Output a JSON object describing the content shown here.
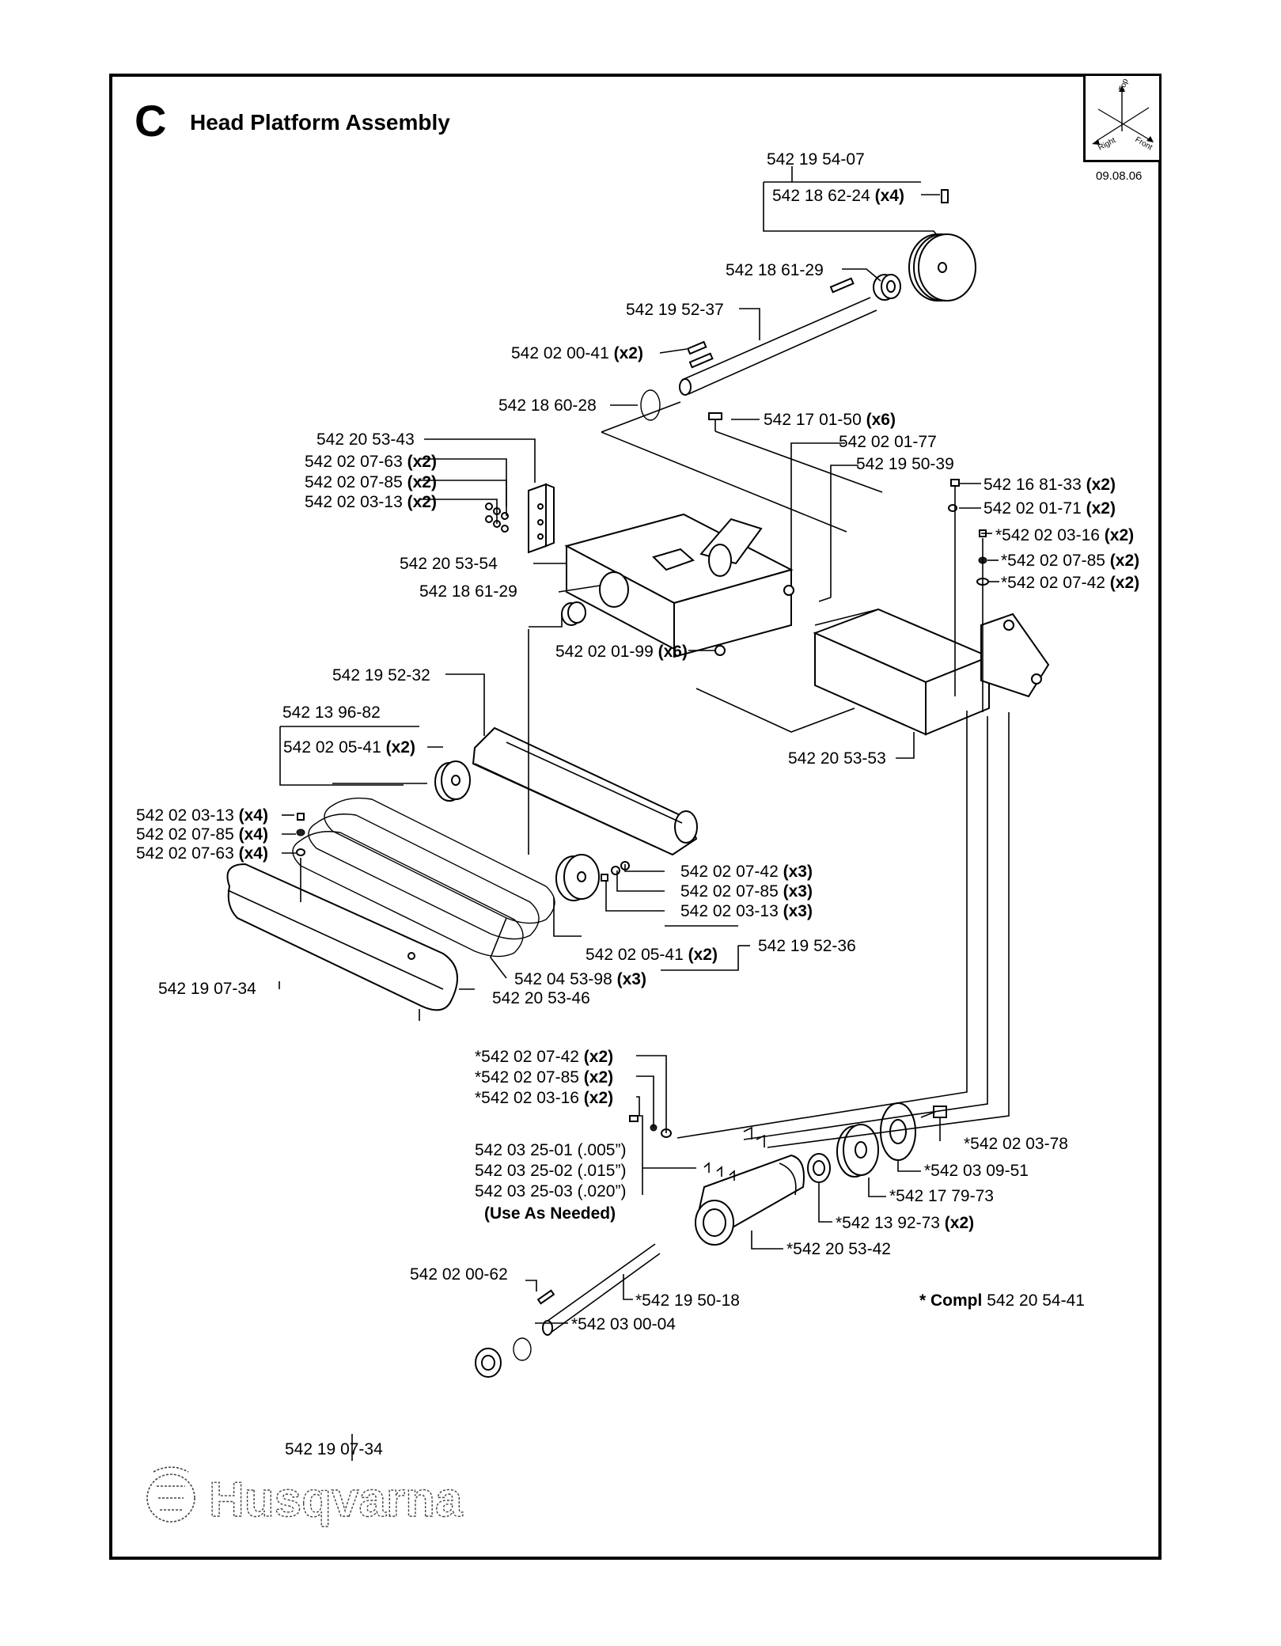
{
  "section_letter": "C",
  "title": "Head Platform Assembly",
  "date_code": "09.08.06",
  "orientation": {
    "top": "Top",
    "right": "Right",
    "front": "Front"
  },
  "brand": "Husqvarna",
  "complete_kit": {
    "prefix": "* Compl",
    "number": "542 20 54-41"
  },
  "use_as_needed": "(Use As Needed)",
  "part_labels": [
    {
      "id": "p01",
      "text": "542 19 54-07",
      "qty": ""
    },
    {
      "id": "p02",
      "text": "542 18 62-24",
      "qty": "(x4)"
    },
    {
      "id": "p03",
      "text": "542 18 61-29",
      "qty": ""
    },
    {
      "id": "p04",
      "text": "542 19 52-37",
      "qty": ""
    },
    {
      "id": "p05",
      "text": "542 02 00-41",
      "qty": "(x2)"
    },
    {
      "id": "p06",
      "text": "542 18 60-28",
      "qty": ""
    },
    {
      "id": "p07",
      "text": "542 17 01-50",
      "qty": "(x6)"
    },
    {
      "id": "p08",
      "text": "542 02 01-77",
      "qty": ""
    },
    {
      "id": "p09",
      "text": "542 19 50-39",
      "qty": ""
    },
    {
      "id": "p10",
      "text": "542 20 53-43",
      "qty": ""
    },
    {
      "id": "p11",
      "text": "542 02 07-63",
      "qty": "(x2)"
    },
    {
      "id": "p12",
      "text": "542 02 07-85",
      "qty": "(x2)"
    },
    {
      "id": "p13",
      "text": "542 02 03-13",
      "qty": "(x2)"
    },
    {
      "id": "p14",
      "text": "542 16 81-33",
      "qty": "(x2)"
    },
    {
      "id": "p15",
      "text": "542 02 01-71",
      "qty": "(x2)"
    },
    {
      "id": "p16",
      "text": "*542 02 03-16",
      "qty": "(x2)"
    },
    {
      "id": "p17",
      "text": "*542 02 07-85",
      "qty": "(x2)"
    },
    {
      "id": "p18",
      "text": "*542 02 07-42",
      "qty": "(x2)"
    },
    {
      "id": "p19",
      "text": "542 20 53-54",
      "qty": ""
    },
    {
      "id": "p20",
      "text": "542 18 61-29",
      "qty": ""
    },
    {
      "id": "p21",
      "text": "542 02 01-99",
      "qty": "(x6)"
    },
    {
      "id": "p22",
      "text": "542 19 52-32",
      "qty": ""
    },
    {
      "id": "p23",
      "text": "542 13 96-82",
      "qty": ""
    },
    {
      "id": "p24",
      "text": "542 02 05-41",
      "qty": "(x2)"
    },
    {
      "id": "p25",
      "text": "542 20 53-53",
      "qty": ""
    },
    {
      "id": "p26",
      "text": "542 02 03-13",
      "qty": "(x4)"
    },
    {
      "id": "p27",
      "text": "542 02 07-85",
      "qty": "(x4)"
    },
    {
      "id": "p28",
      "text": "542 02 07-63",
      "qty": "(x4)"
    },
    {
      "id": "p29",
      "text": "542 02 07-42",
      "qty": "(x3)"
    },
    {
      "id": "p30",
      "text": "542 02 07-85",
      "qty": "(x3)"
    },
    {
      "id": "p31",
      "text": "542 02 03-13",
      "qty": "(x3)"
    },
    {
      "id": "p32",
      "text": "542 19 52-36",
      "qty": ""
    },
    {
      "id": "p33",
      "text": "542 02 05-41",
      "qty": "(x2)"
    },
    {
      "id": "p34",
      "text": "542 04 53-98",
      "qty": "(x3)"
    },
    {
      "id": "p35",
      "text": "542 19 07-34",
      "qty": ""
    },
    {
      "id": "p36",
      "text": "542 20 53-46",
      "qty": ""
    },
    {
      "id": "p37",
      "text": "*542 02 07-42",
      "qty": "(x2)"
    },
    {
      "id": "p38",
      "text": "*542 02 07-85",
      "qty": "(x2)"
    },
    {
      "id": "p39",
      "text": "*542 02 03-16",
      "qty": "(x2)"
    },
    {
      "id": "p40",
      "text": "542 03 25-01 (.005”)",
      "qty": ""
    },
    {
      "id": "p41",
      "text": "542 03 25-02 (.015”)",
      "qty": ""
    },
    {
      "id": "p42",
      "text": "542 03 25-03 (.020”)",
      "qty": ""
    },
    {
      "id": "p43",
      "text": "*542 02 03-78",
      "qty": ""
    },
    {
      "id": "p44",
      "text": "*542 03 09-51",
      "qty": ""
    },
    {
      "id": "p45",
      "text": "*542 17 79-73",
      "qty": ""
    },
    {
      "id": "p46",
      "text": "*542 13 92-73",
      "qty": "(x2)"
    },
    {
      "id": "p47",
      "text": "*542 20 53-42",
      "qty": ""
    },
    {
      "id": "p48",
      "text": "542 02 00-62",
      "qty": ""
    },
    {
      "id": "p49",
      "text": "*542 19 50-18",
      "qty": ""
    },
    {
      "id": "p50",
      "text": "*542 03 00-04",
      "qty": ""
    },
    {
      "id": "p51",
      "text": "542 19 07-34",
      "qty": ""
    }
  ]
}
